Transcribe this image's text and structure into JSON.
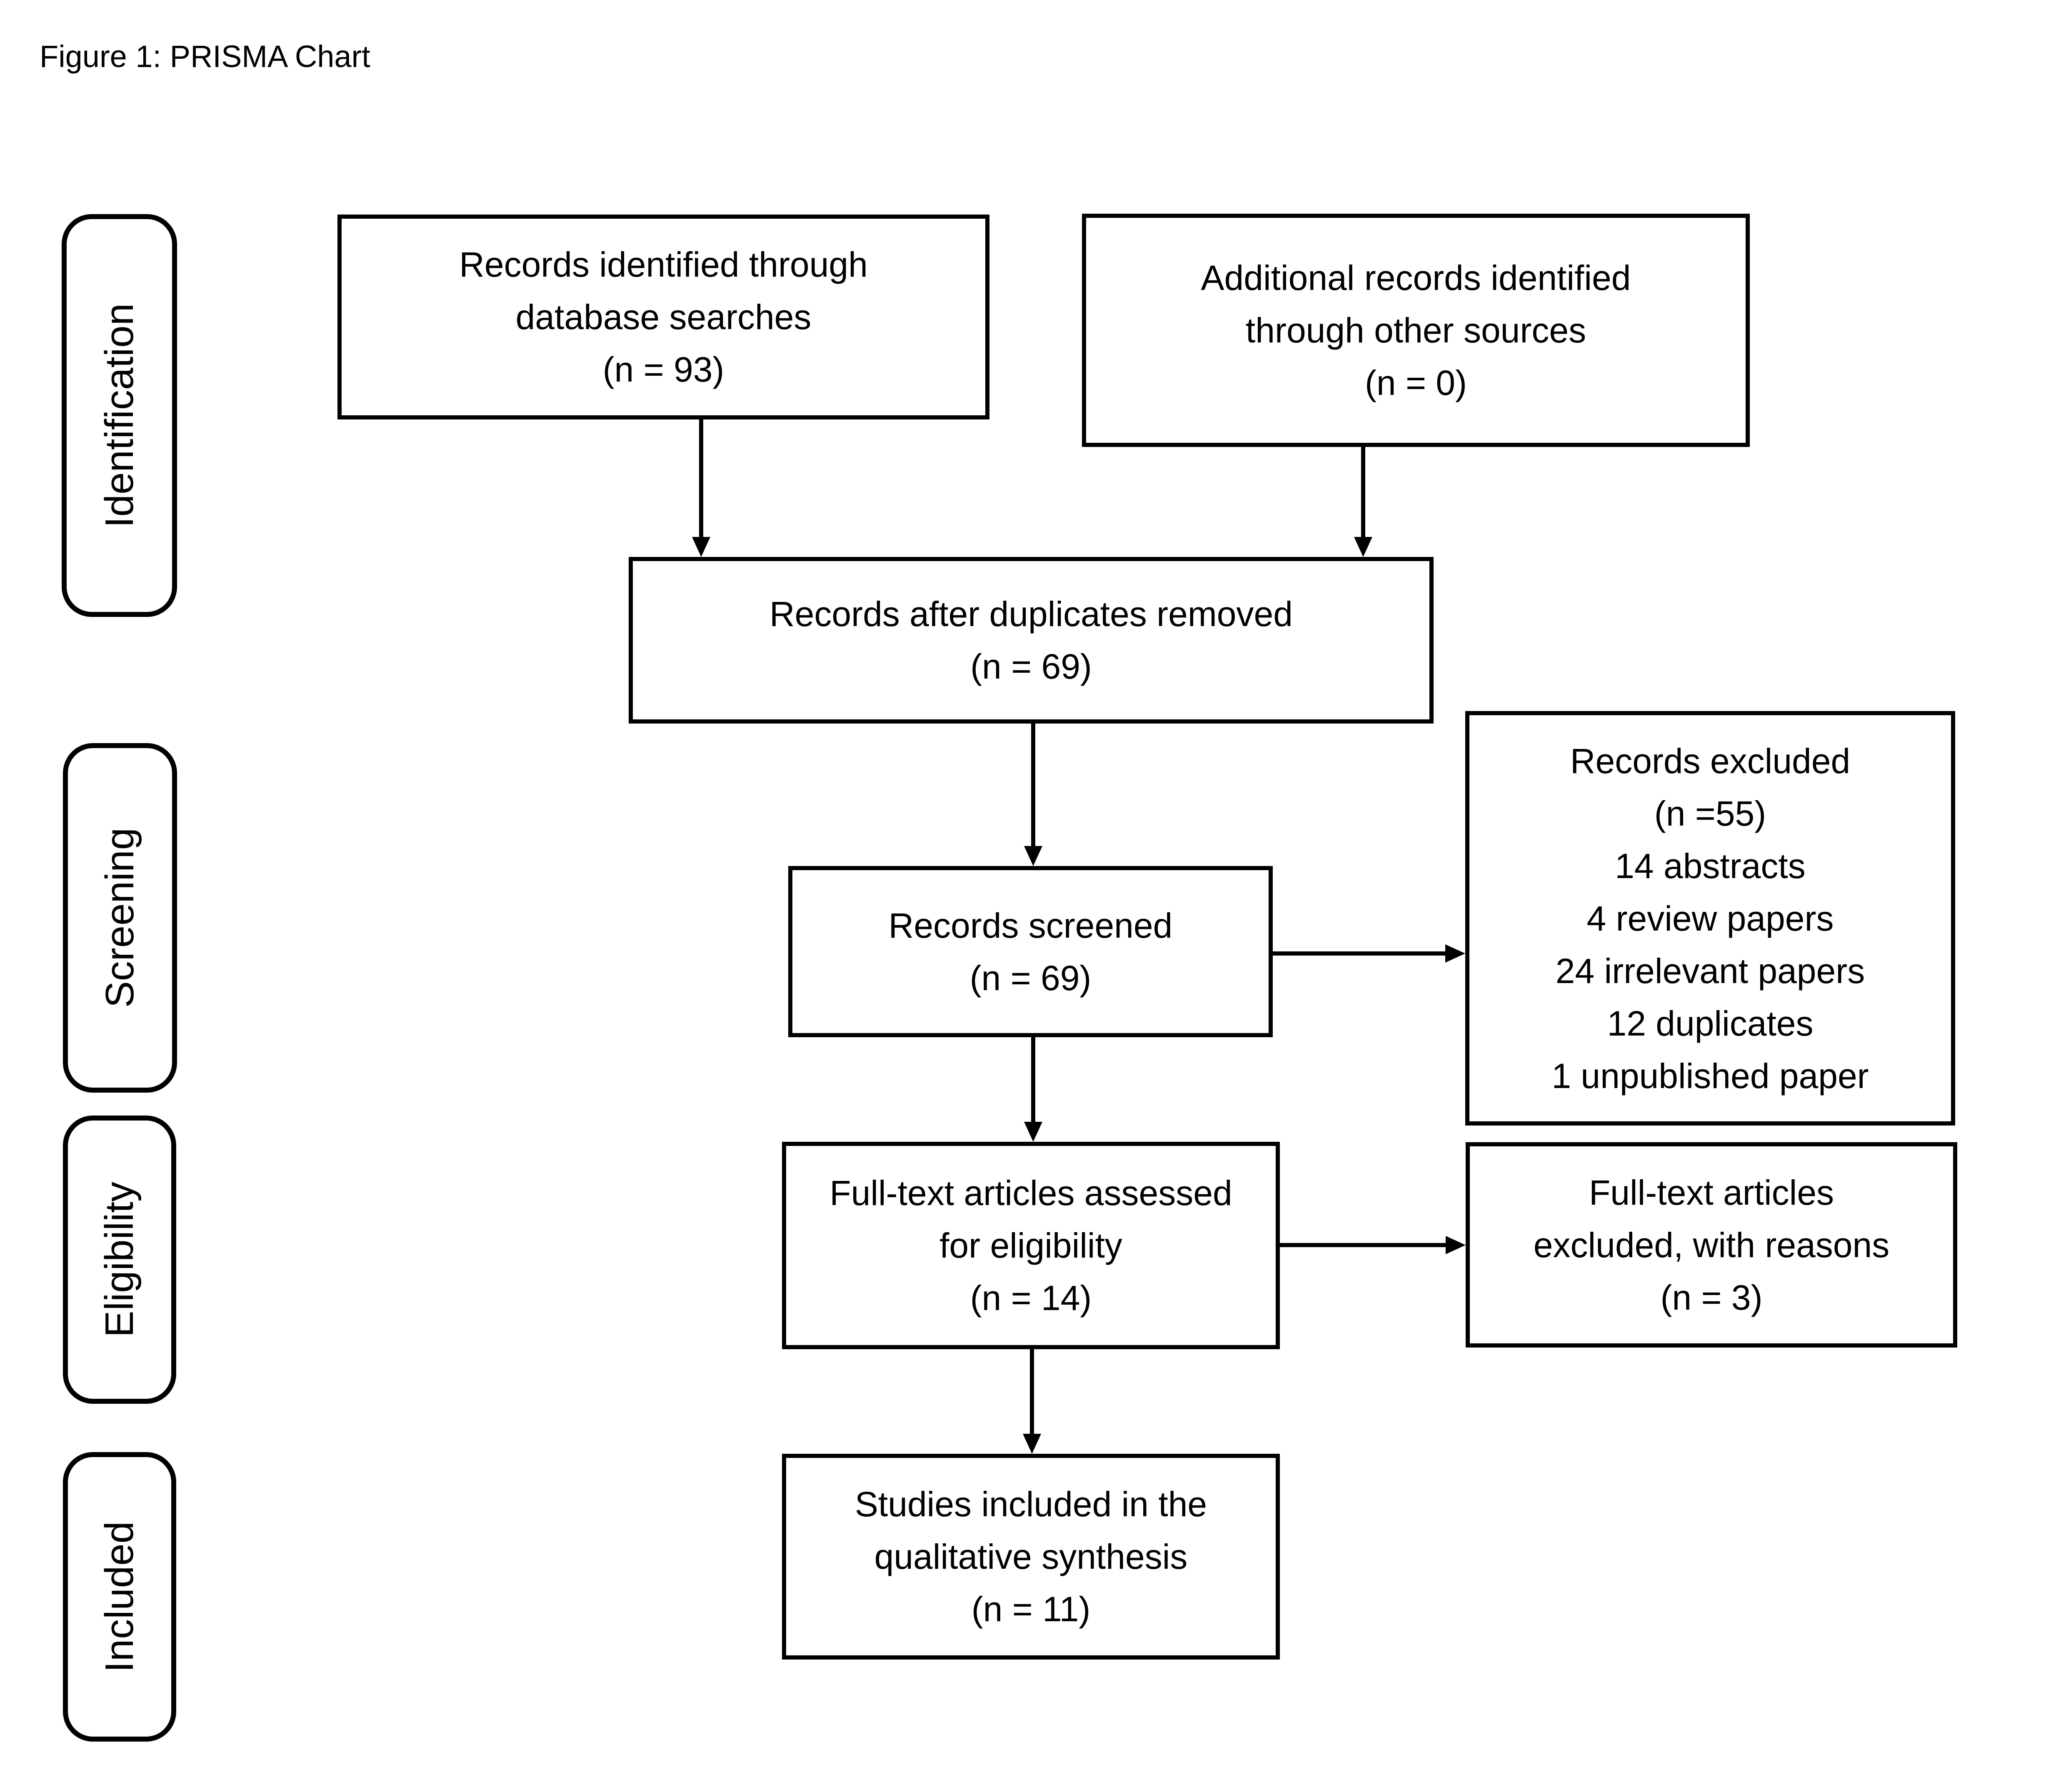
{
  "figure": {
    "title": "Figure 1: PRISMA Chart"
  },
  "stages": [
    {
      "label": "Identification"
    },
    {
      "label": "Screening"
    },
    {
      "label": "Eligibility"
    },
    {
      "label": "Included"
    }
  ],
  "nodes": {
    "records_identified": {
      "lines": [
        "Records identified through",
        "database searches",
        "(n = 93)"
      ]
    },
    "additional_records": {
      "lines": [
        "Additional records identified",
        "through other sources",
        "(n = 0)"
      ]
    },
    "after_duplicates": {
      "lines": [
        "Records after duplicates removed",
        "(n = 69)"
      ]
    },
    "records_screened": {
      "lines": [
        "Records screened",
        "(n = 69)"
      ]
    },
    "records_excluded": {
      "lines": [
        "Records excluded",
        "(n =55)",
        "14 abstracts",
        "4 review papers",
        "24 irrelevant papers",
        "12 duplicates",
        "1 unpublished paper"
      ]
    },
    "fulltext_assessed": {
      "lines": [
        "Full-text articles assessed",
        "for eligibility",
        "(n = 14)"
      ]
    },
    "fulltext_excluded": {
      "lines": [
        "Full-text articles",
        "excluded, with reasons",
        "(n = 3)"
      ]
    },
    "studies_included": {
      "lines": [
        "Studies included in the",
        "qualitative synthesis",
        "(n = 11)"
      ]
    }
  },
  "edges": [
    {
      "from": "records_identified",
      "to": "after_duplicates"
    },
    {
      "from": "additional_records",
      "to": "after_duplicates"
    },
    {
      "from": "after_duplicates",
      "to": "records_screened"
    },
    {
      "from": "records_screened",
      "to": "records_excluded"
    },
    {
      "from": "records_screened",
      "to": "fulltext_assessed"
    },
    {
      "from": "fulltext_assessed",
      "to": "fulltext_excluded"
    },
    {
      "from": "fulltext_assessed",
      "to": "studies_included"
    }
  ],
  "colors": {
    "ink": "#000000",
    "background": "#ffffff"
  }
}
